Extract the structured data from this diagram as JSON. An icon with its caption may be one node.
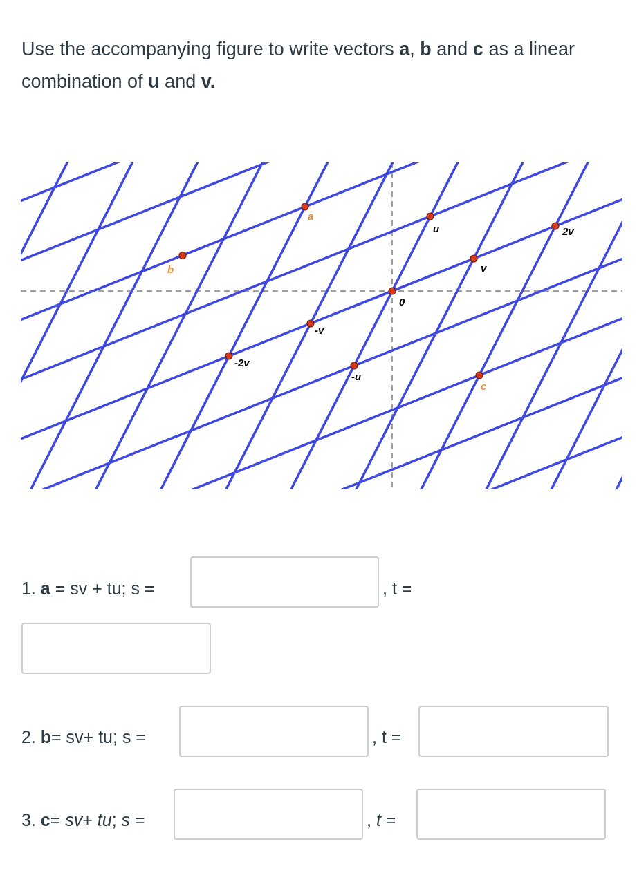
{
  "diagram": {
    "title": "Use the accompanying figure to write vectors **a**, **b** and **c** as a linear combination of **u** and **v.**",
    "labels": [
      "a",
      "u",
      "2v",
      "v",
      "b",
      "0",
      "-v",
      "-2v",
      "-u",
      "c",
      "1. **a** = sv + tu; s =",
      ", t =",
      "2. **b**= sv+ tu; s =",
      ", t =",
      "3. **c**= *sv*+ *tu*; *s* =",
      ", *t* ="
    ]
  }
}
